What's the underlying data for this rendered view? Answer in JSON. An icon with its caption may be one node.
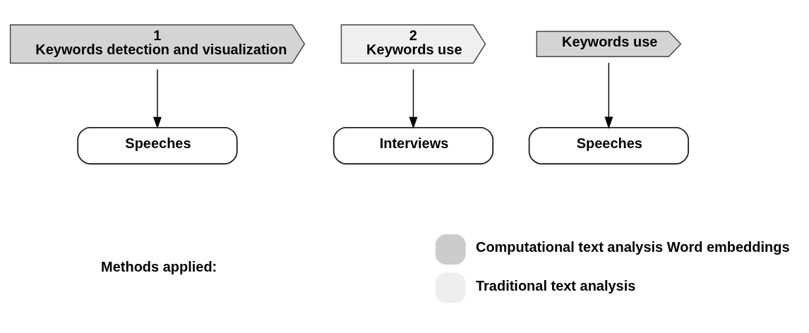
{
  "diagram": {
    "nodes": [
      {
        "text": [
          "1",
          "Keywords detection and visualization"
        ]
      },
      {
        "text": [
          "2",
          "Keywords use"
        ]
      },
      {
        "text": [
          "Keywords use"
        ]
      },
      {
        "text": [
          "Speeches"
        ]
      },
      {
        "text": [
          "Interviews"
        ]
      },
      {
        "text": [
          "Speeches"
        ]
      }
    ],
    "edges": [
      {
        "from": 0,
        "to": 3,
        "arrow": "to"
      },
      {
        "from": 1,
        "to": 4,
        "arrow": "to"
      },
      {
        "from": 2,
        "to": 5,
        "arrow": "to"
      }
    ],
    "labels": [
      "Methods applied:"
    ],
    "legend": [
      {
        "text": "Computational text analysis Word embeddings",
        "color": "#cccccc"
      },
      {
        "text": "Traditional text analysis",
        "color": "#eeeeee"
      }
    ]
  }
}
